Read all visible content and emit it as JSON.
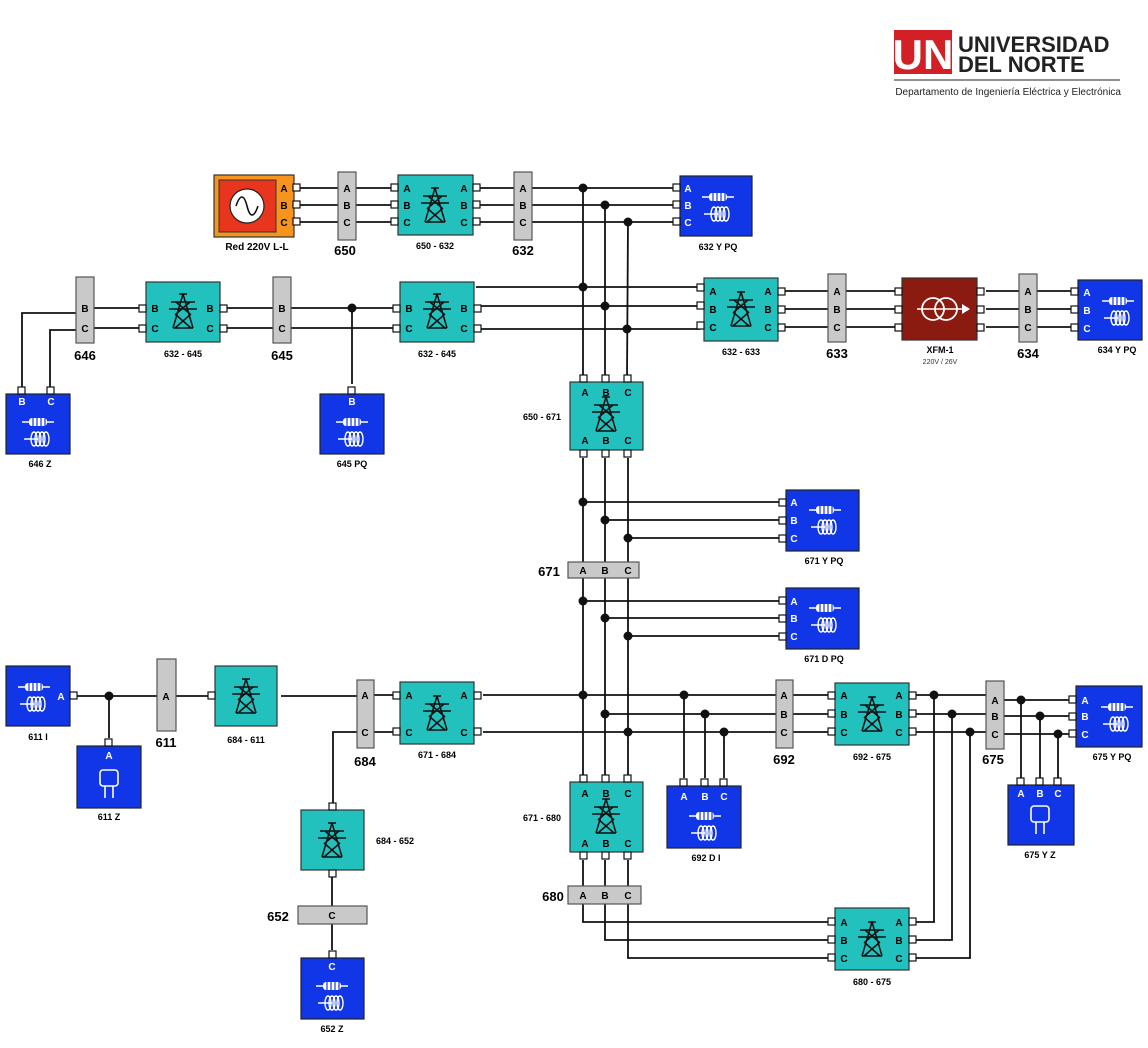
{
  "logo": {
    "mark": "UN",
    "line1": "UNIVERSIDAD",
    "line2": "DEL  NORTE",
    "department": "Departamento de Ingeniería Eléctrica y Electrónica"
  },
  "source": {
    "label": "Red 220V L-L",
    "phases": [
      "A",
      "B",
      "C"
    ]
  },
  "transformer": {
    "label": "XFM-1",
    "rating": "220V / 26V"
  },
  "buses": {
    "650": "650",
    "632": "632",
    "646": "646",
    "645": "645",
    "633": "633",
    "634": "634",
    "671": "671",
    "611": "611",
    "684": "684",
    "692": "692",
    "675": "675",
    "652": "652",
    "680": "680"
  },
  "lines": {
    "650_632": "650 - 632",
    "632_645_a": "632 - 645",
    "632_645_b": "632 - 645",
    "632_633": "632 - 633",
    "650_671": "650 - 671",
    "684_611": "684 - 611",
    "671_684": "671 - 684",
    "692_675": "692 - 675",
    "684_652": "684 - 652",
    "671_680": "671 - 680",
    "680_675": "680 - 675"
  },
  "loads": {
    "632": "632 Y PQ",
    "634": "634 Y PQ",
    "646": "646 Z",
    "645": "645 PQ",
    "671": "671 Y PQ",
    "671d": "671 D PQ",
    "611i": "611 I",
    "611z": "611 Z",
    "692": "692 D I",
    "675pq": "675 Y PQ",
    "675z": "675 Y Z",
    "652": "652 Z"
  },
  "phase_letters": {
    "a": "A",
    "b": "B",
    "c": "C"
  },
  "colors": {
    "line_device": "#22c1bd",
    "load": "#1036e8",
    "bus": "#c9c9c9",
    "source_outer": "#f7941d",
    "source_inner": "#e8361e",
    "transformer": "#8b1a10",
    "logo_red": "#d32027"
  }
}
